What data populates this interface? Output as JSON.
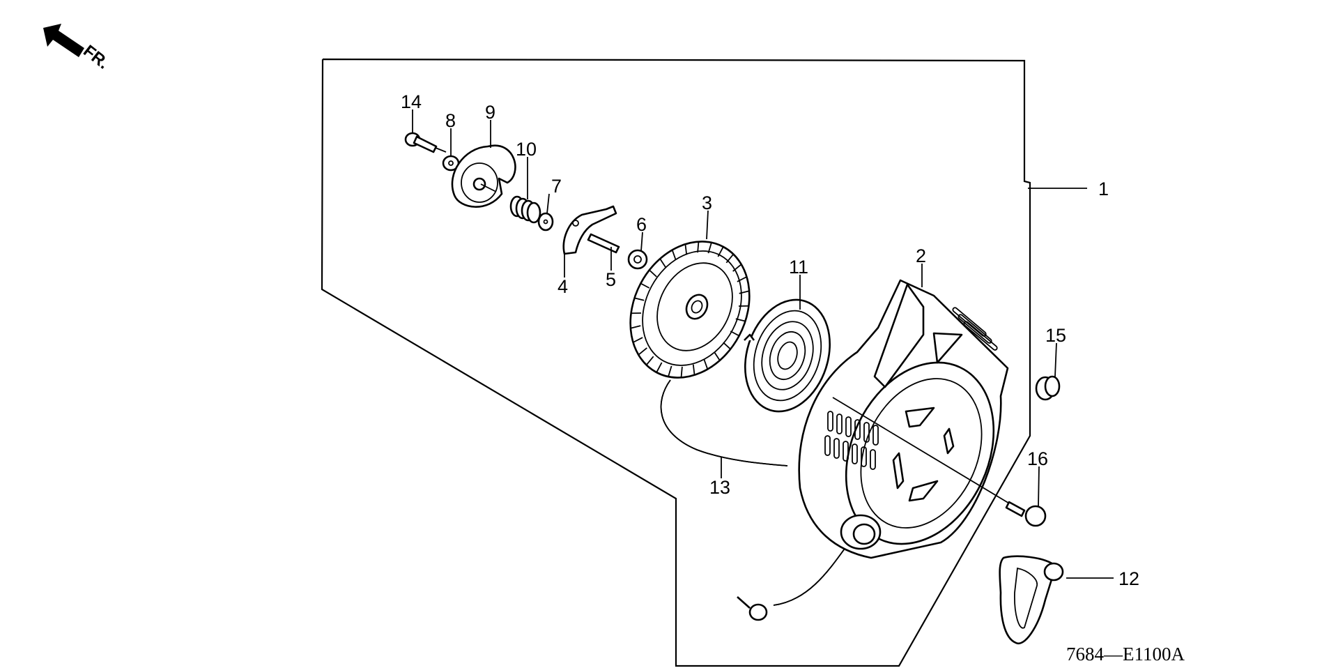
{
  "diagram": {
    "direction_indicator": {
      "label": "FR.",
      "icon": "arrow-front-icon"
    },
    "drawing_code": "7684—E1100A",
    "colors": {
      "ink": "#000000",
      "paper": "#ffffff"
    },
    "callouts": [
      {
        "id": "1",
        "part": "recoil-starter-assembly"
      },
      {
        "id": "2",
        "part": "starter-case"
      },
      {
        "id": "3",
        "part": "starter-reel"
      },
      {
        "id": "4",
        "part": "starter-ratchet"
      },
      {
        "id": "5",
        "part": "ratchet-pin"
      },
      {
        "id": "6",
        "part": "nut"
      },
      {
        "id": "7",
        "part": "washer"
      },
      {
        "id": "8",
        "part": "washer"
      },
      {
        "id": "9",
        "part": "friction-plate"
      },
      {
        "id": "10",
        "part": "friction-spring"
      },
      {
        "id": "11",
        "part": "recoil-spring"
      },
      {
        "id": "12",
        "part": "starter-grip"
      },
      {
        "id": "13",
        "part": "starter-rope"
      },
      {
        "id": "14",
        "part": "setting-bolt"
      },
      {
        "id": "15",
        "part": "cap"
      },
      {
        "id": "16",
        "part": "flange-bolt"
      }
    ]
  }
}
